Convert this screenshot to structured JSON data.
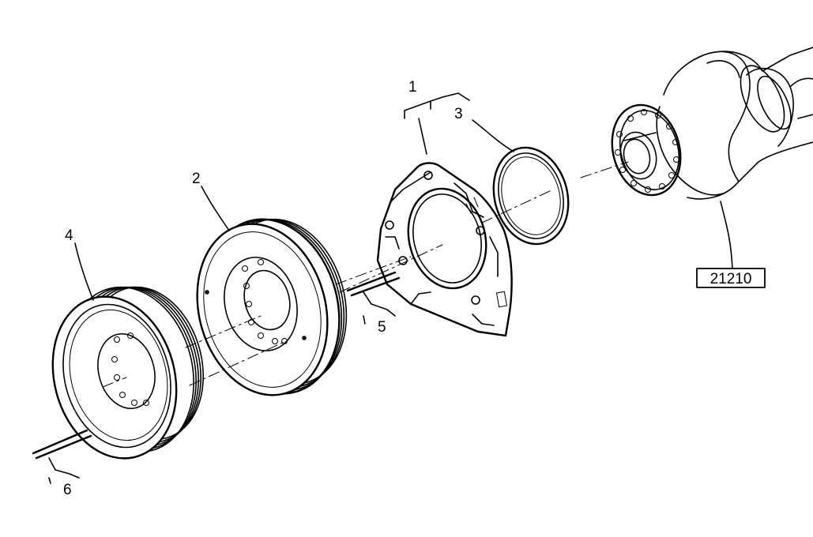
{
  "callouts": {
    "c1": "1",
    "c2": "2",
    "c3": "3",
    "c4": "4",
    "c5": "5",
    "c6": "6"
  },
  "reference_box": "21210",
  "line_color": "#000000",
  "background": "#ffffff"
}
